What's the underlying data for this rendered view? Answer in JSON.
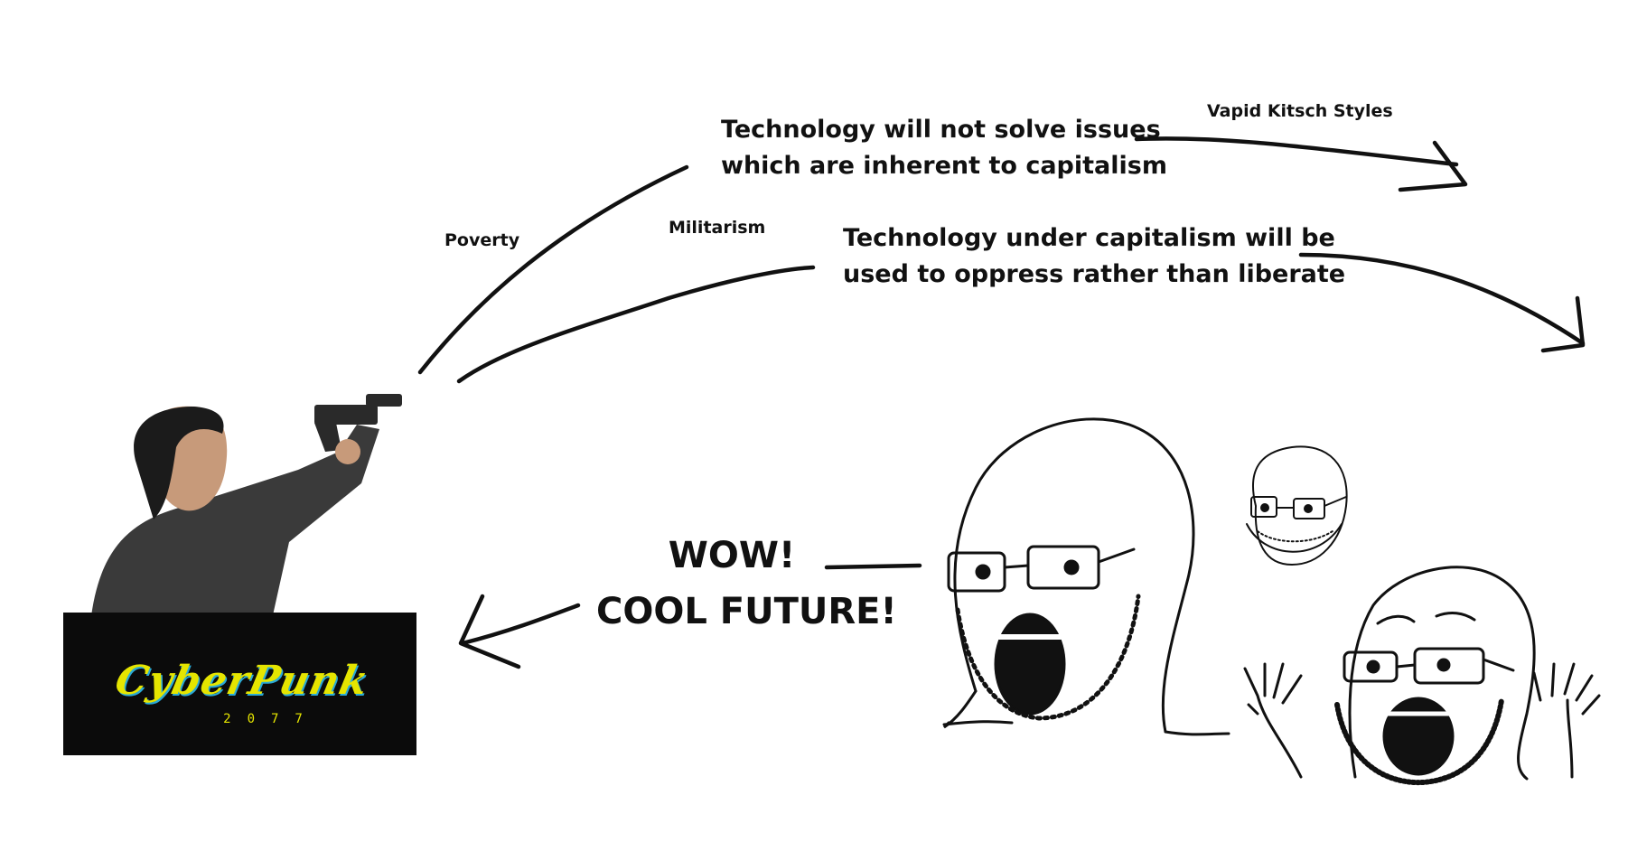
{
  "labels": {
    "vapid": "Vapid Kitsch Styles",
    "poverty": "Poverty",
    "militarism": "Militarism",
    "tech_issue_1": "Technology will not solve issues",
    "tech_issue_2": "which are inherent to capitalism",
    "tech_oppress_1": "Technology under capitalism will be",
    "tech_oppress_2": "used to oppress rather than liberate",
    "wow": "WOW!",
    "cool": "COOL FUTURE!"
  },
  "logo": {
    "word": "CyberPunk",
    "year": "2077"
  },
  "colors": {
    "ink": "#111111",
    "logo_bg": "#0b0b0b",
    "logo_yellow": "#e5e500",
    "logo_blue": "#2aa9d6"
  }
}
